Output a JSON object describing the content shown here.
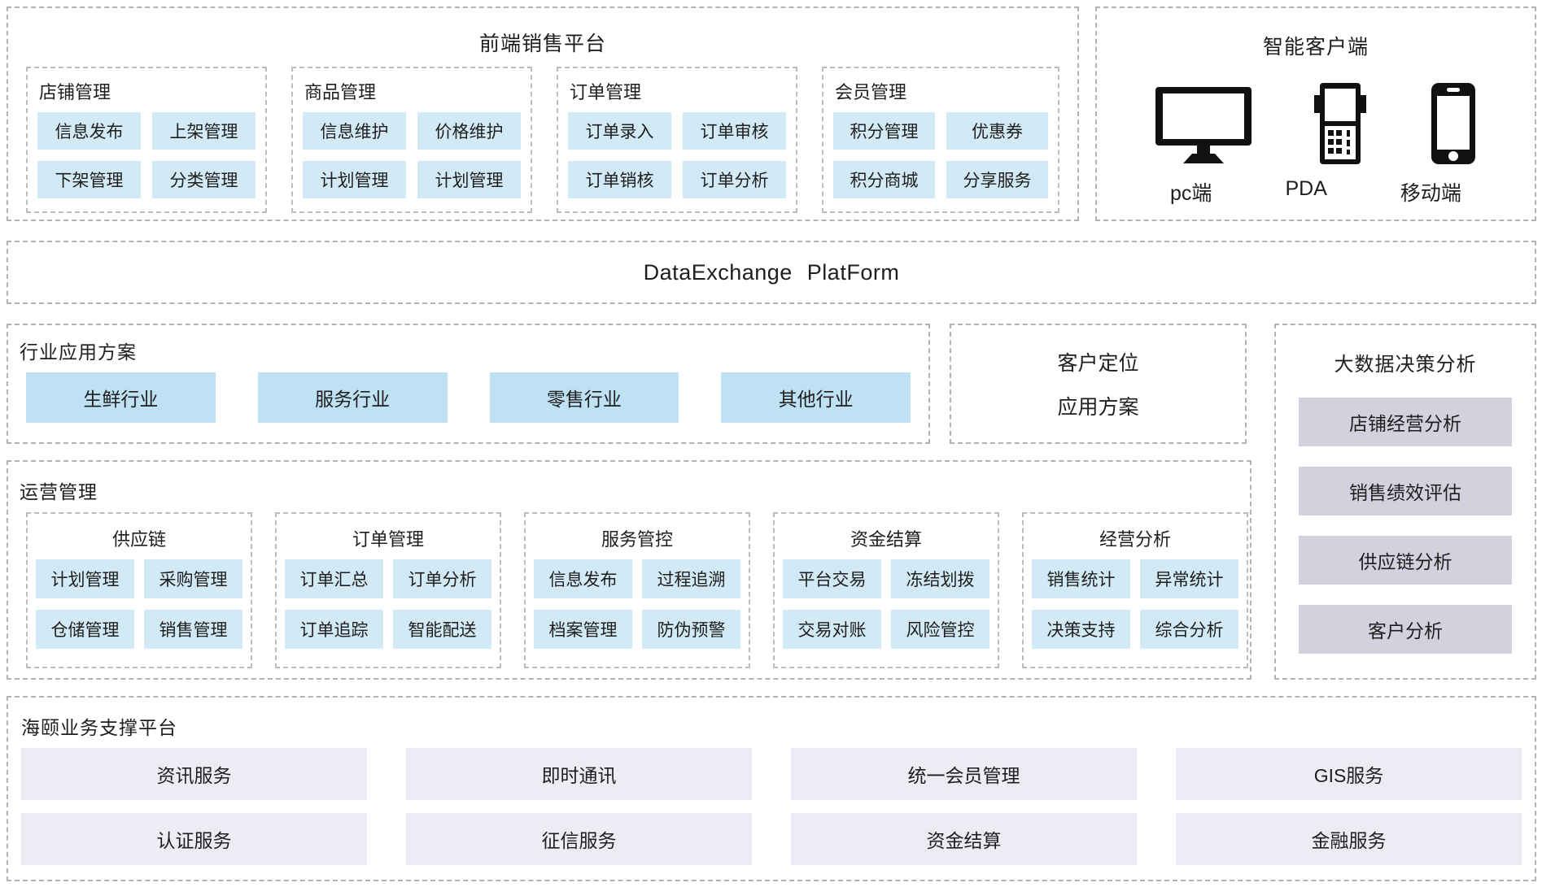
{
  "frontend": {
    "title": "前端销售平台",
    "groups": [
      {
        "title": "店铺管理",
        "items": [
          "信息发布",
          "上架管理",
          "下架管理",
          "分类管理"
        ]
      },
      {
        "title": "商品管理",
        "items": [
          "信息维护",
          "价格维护",
          "计划管理",
          "计划管理"
        ]
      },
      {
        "title": "订单管理",
        "items": [
          "订单录入",
          "订单审核",
          "订单销核",
          "订单分析"
        ]
      },
      {
        "title": "会员管理",
        "items": [
          "积分管理",
          "优惠券",
          "积分商城",
          "分享服务"
        ]
      }
    ]
  },
  "clients": {
    "title": "智能客户端",
    "devices": [
      {
        "label": "pc端",
        "icon": "monitor-icon"
      },
      {
        "label": "PDA",
        "icon": "pda-icon"
      },
      {
        "label": "移动端",
        "icon": "smartphone-icon"
      }
    ]
  },
  "exchange": {
    "title": "DataExchange PlatForm"
  },
  "industry": {
    "title": "行业应用方案",
    "items": [
      "生鲜行业",
      "服务行业",
      "零售行业",
      "其他行业"
    ]
  },
  "customer_positioning": {
    "line1": "客户定位",
    "line2": "应用方案"
  },
  "bigdata": {
    "title": "大数据决策分析",
    "items": [
      "店铺经营分析",
      "销售绩效评估",
      "供应链分析",
      "客户分析"
    ]
  },
  "operations": {
    "title": "运营管理",
    "groups": [
      {
        "title": "供应链",
        "items": [
          "计划管理",
          "采购管理",
          "仓储管理",
          "销售管理"
        ]
      },
      {
        "title": "订单管理",
        "items": [
          "订单汇总",
          "订单分析",
          "订单追踪",
          "智能配送"
        ]
      },
      {
        "title": "服务管控",
        "items": [
          "信息发布",
          "过程追溯",
          "档案管理",
          "防伪预警"
        ]
      },
      {
        "title": "资金结算",
        "items": [
          "平台交易",
          "冻结划拨",
          "交易对账",
          "风险管控"
        ]
      },
      {
        "title": "经营分析",
        "items": [
          "销售统计",
          "异常统计",
          "决策支持",
          "综合分析"
        ]
      }
    ]
  },
  "support": {
    "title": "海颐业务支撑平台",
    "items": [
      "资讯服务",
      "即时通讯",
      "统一会员管理",
      "GIS服务",
      "认证服务",
      "征信服务",
      "资金结算",
      "金融服务"
    ]
  },
  "colors": {
    "blue_chip": "#d2e9f6",
    "blue_chip_large": "#bfe1f4",
    "lavender_chip": "#d3d1de",
    "light_lavender_chip": "#edebf3",
    "dashed_border": "#b3b3b3",
    "text": "#1e1e1e",
    "icon": "#111111"
  }
}
